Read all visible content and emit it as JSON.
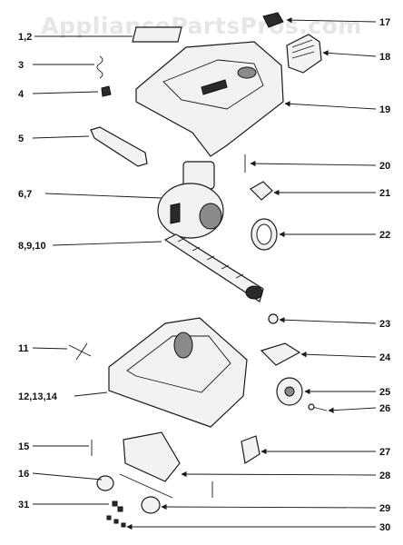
{
  "watermark": "AppliancePartsPros.com",
  "labels": {
    "l1": "1,2",
    "l3": "3",
    "l4": "4",
    "l5": "5",
    "l67": "6,7",
    "l8910": "8,9,10",
    "l11": "11",
    "l121314": "12,13,14",
    "l15": "15",
    "l16": "16",
    "l31": "31",
    "l17": "17",
    "l18": "18",
    "l19": "19",
    "l20": "20",
    "l21": "21",
    "l22": "22",
    "l23": "23",
    "l24": "24",
    "l25": "25",
    "l26": "26",
    "l27": "27",
    "l28": "28",
    "l29": "29",
    "l30": "30"
  }
}
